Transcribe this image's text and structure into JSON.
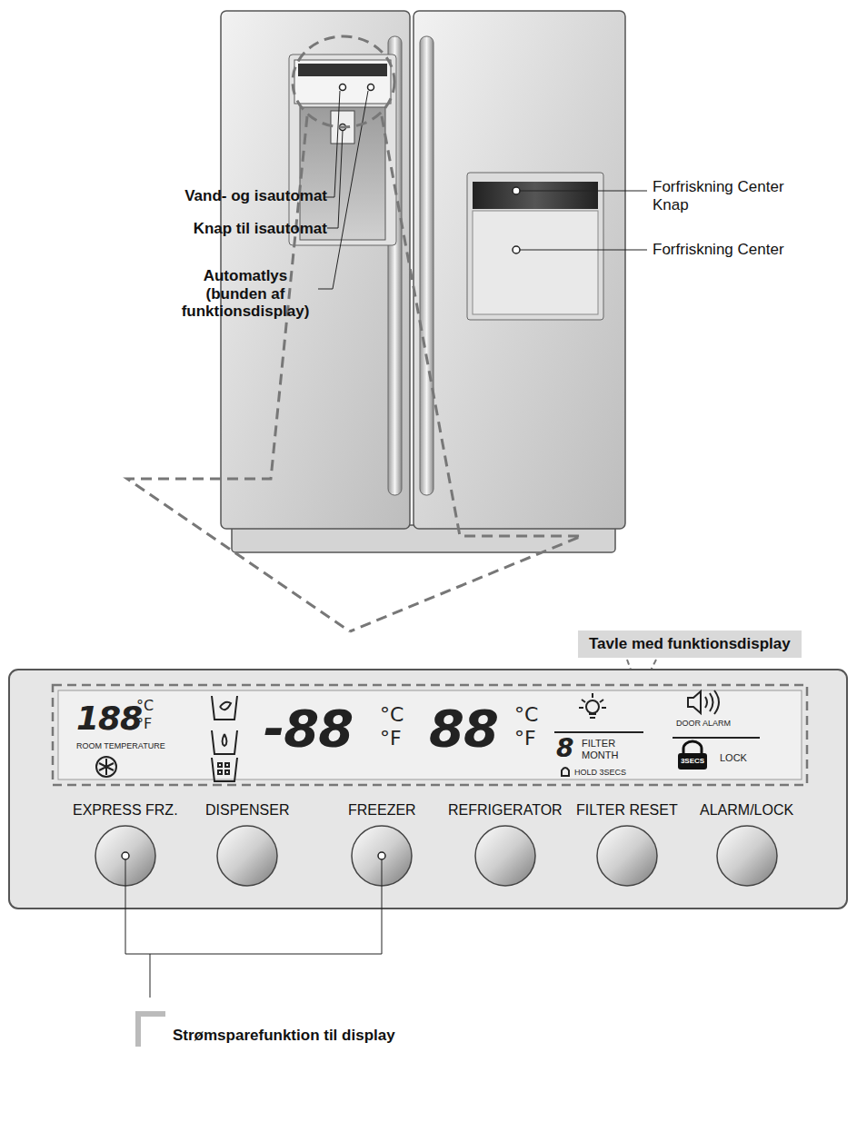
{
  "diagram": {
    "nodes": [
      {
        "text": [
          "Tavle med funktionsdisplay"
        ]
      }
    ],
    "labels": [
      "Vand- og isautomat",
      "Knap til isautomat",
      "Automatlys (bunden af funktionsdisplay)",
      "Forfriskning Center Knap",
      "Forfriskning Center",
      "188",
      "°C",
      "°F",
      "ROOM TEMPERATURE",
      "-88",
      "°C",
      "°F",
      "88",
      "°C",
      "°F",
      "8",
      "FILTER MONTH",
      "HOLD 3SECS",
      "DOOR ALARM",
      "3SECS",
      "LOCK",
      "EXPRESS FRZ.",
      "DISPENSER",
      "FREEZER",
      "REFRIGERATOR",
      "FILTER RESET",
      "ALARM/LOCK",
      "Strømsparefunktion til display"
    ]
  }
}
